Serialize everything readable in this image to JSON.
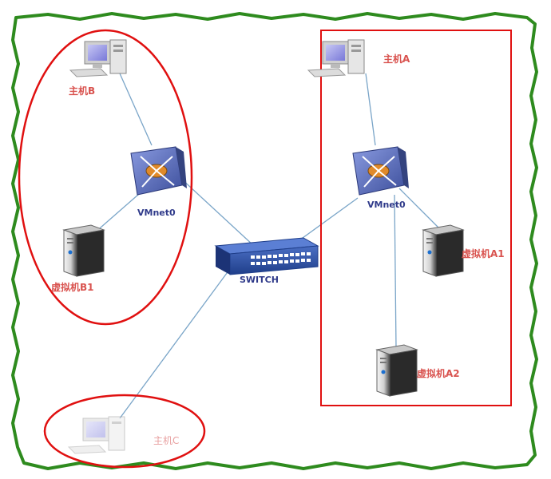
{
  "nodes": {
    "host_b": {
      "label": "主机B"
    },
    "host_a": {
      "label": "主机A"
    },
    "host_c": {
      "label": "主机C"
    },
    "vmnet_left": {
      "label": "VMnet0"
    },
    "vmnet_right": {
      "label": "VMnet0"
    },
    "switch": {
      "label": "SWITCH"
    },
    "vm_b1": {
      "label": "虚拟机B1"
    },
    "vm_a1": {
      "label": "虚拟机A1"
    },
    "vm_a2": {
      "label": "虚拟机A2"
    }
  },
  "colors": {
    "border_green": "#2e8b1e",
    "highlight_red": "#e01010",
    "label_red": "#d9534f",
    "label_faded": "#e8a0a0",
    "link_blue": "#7aa5c8",
    "hub_blue": "#5a6fb8",
    "switch_blue": "#2f55a8"
  }
}
